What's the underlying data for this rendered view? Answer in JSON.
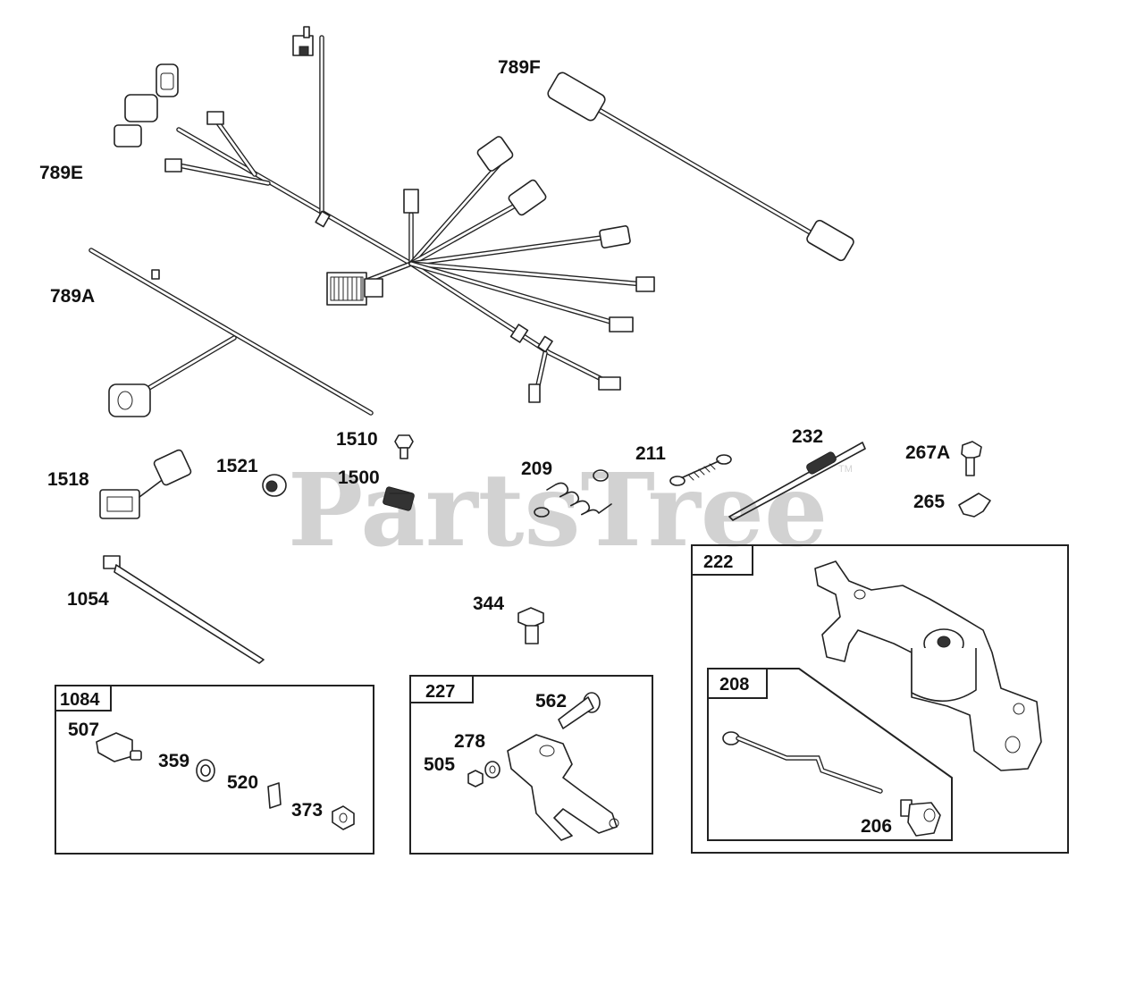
{
  "watermark": {
    "text": "PartsTree",
    "tm": "TM"
  },
  "callouts": {
    "p789E": "789E",
    "p789F": "789F",
    "p789A": "789A",
    "p1510": "1510",
    "p1518": "1518",
    "p1521": "1521",
    "p1500": "1500",
    "p209": "209",
    "p211": "211",
    "p232": "232",
    "p267A": "267A",
    "p265": "265",
    "p1054": "1054",
    "p344": "344",
    "p507": "507",
    "p359": "359",
    "p520": "520",
    "p373": "373",
    "p562": "562",
    "p278": "278",
    "p505": "505",
    "p206": "206"
  },
  "kits": {
    "k1084": "1084",
    "k227": "227",
    "k222": "222",
    "k208": "208"
  }
}
